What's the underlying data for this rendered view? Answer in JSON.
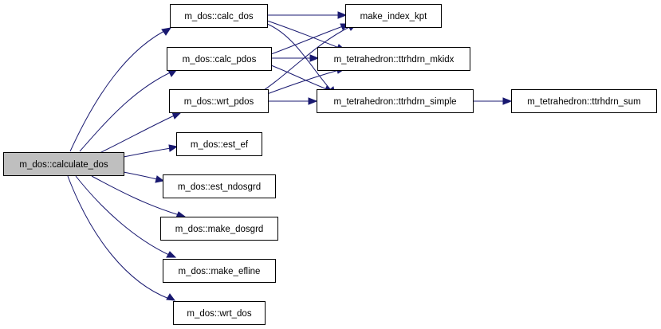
{
  "graph": {
    "nodes": {
      "calculate_dos": {
        "label": "m_dos::calculate_dos",
        "fill": "#bfbfbf"
      },
      "calc_dos": {
        "label": "m_dos::calc_dos",
        "fill": "#ffffff"
      },
      "calc_pdos": {
        "label": "m_dos::calc_pdos",
        "fill": "#ffffff"
      },
      "wrt_pdos": {
        "label": "m_dos::wrt_pdos",
        "fill": "#ffffff"
      },
      "est_ef": {
        "label": "m_dos::est_ef",
        "fill": "#ffffff"
      },
      "est_ndosgrd": {
        "label": "m_dos::est_ndosgrd",
        "fill": "#ffffff"
      },
      "make_dosgrd": {
        "label": "m_dos::make_dosgrd",
        "fill": "#ffffff"
      },
      "make_efline": {
        "label": "m_dos::make_efline",
        "fill": "#ffffff"
      },
      "wrt_dos": {
        "label": "m_dos::wrt_dos",
        "fill": "#ffffff"
      },
      "make_index_kpt": {
        "label": "make_index_kpt",
        "fill": "#ffffff"
      },
      "ttrhdrn_mkidx": {
        "label": "m_tetrahedron::ttrhdrn_mkidx",
        "fill": "#ffffff"
      },
      "ttrhdrn_simple": {
        "label": "m_tetrahedron::ttrhdrn_simple",
        "fill": "#ffffff"
      },
      "ttrhdrn_sum": {
        "label": "m_tetrahedron::ttrhdrn_sum",
        "fill": "#ffffff"
      }
    },
    "edge_color": "#191970",
    "edges": [
      [
        "calculate_dos",
        "calc_dos"
      ],
      [
        "calculate_dos",
        "calc_pdos"
      ],
      [
        "calculate_dos",
        "wrt_pdos"
      ],
      [
        "calculate_dos",
        "est_ef"
      ],
      [
        "calculate_dos",
        "est_ndosgrd"
      ],
      [
        "calculate_dos",
        "make_dosgrd"
      ],
      [
        "calculate_dos",
        "make_efline"
      ],
      [
        "calculate_dos",
        "wrt_dos"
      ],
      [
        "calc_dos",
        "make_index_kpt"
      ],
      [
        "calc_dos",
        "ttrhdrn_mkidx"
      ],
      [
        "calc_dos",
        "ttrhdrn_simple"
      ],
      [
        "calc_pdos",
        "make_index_kpt"
      ],
      [
        "calc_pdos",
        "ttrhdrn_mkidx"
      ],
      [
        "calc_pdos",
        "ttrhdrn_simple"
      ],
      [
        "wrt_pdos",
        "make_index_kpt"
      ],
      [
        "wrt_pdos",
        "ttrhdrn_mkidx"
      ],
      [
        "wrt_pdos",
        "ttrhdrn_simple"
      ],
      [
        "ttrhdrn_simple",
        "ttrhdrn_sum"
      ]
    ]
  }
}
